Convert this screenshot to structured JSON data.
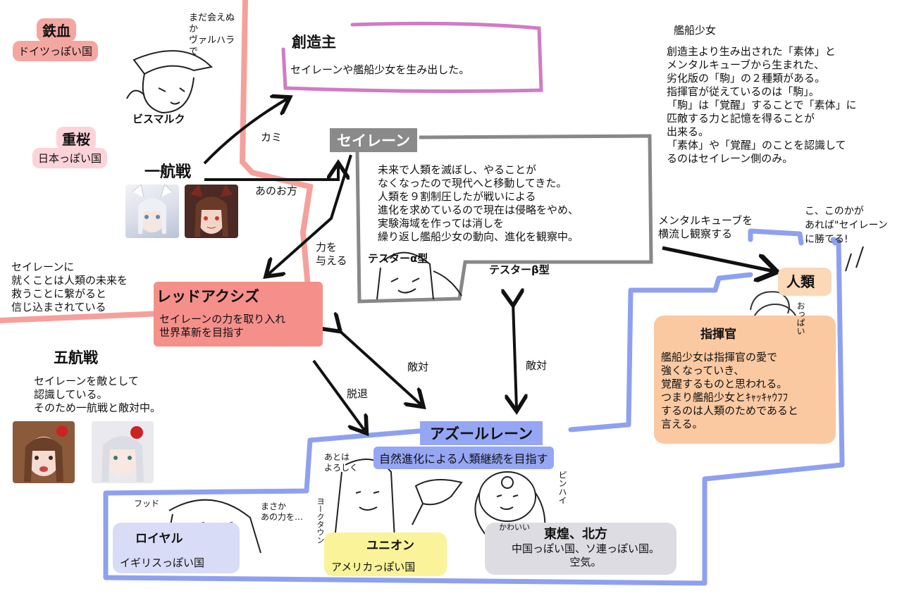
{
  "colors": {
    "creator_border": "#d27ac6",
    "sirens_border": "#888888",
    "sirens_title_bg": "#8a8a8a",
    "redaxis_fill": "#f48f8a",
    "redaxis_line": "#f5a09a",
    "azur_border": "#8fa0f0",
    "azur_title_bg": "#95a6f4",
    "humanity_bg": "#fbd8b8",
    "commander_bg": "#fac9a2",
    "royal_bg": "#d9dcf7",
    "union_bg": "#fbf39a",
    "tetsuketsu_bg": "#f3a7a0",
    "jusakura_bg": "#fbd3d9",
    "dragon_bg": "#dcdce2"
  },
  "factions": {
    "tetsuketsu": {
      "name": "鉄血",
      "desc": "ドイツっぽい国"
    },
    "jusakura": {
      "name": "重桜",
      "desc": "日本っぽい国"
    },
    "ikkousen": {
      "name": "一航戦"
    },
    "gokousen": {
      "name": "五航戦",
      "desc": "セイレーンを敵として\n認識している。\nそのため一航戦と敵対中。"
    },
    "creator": {
      "name": "創造主",
      "desc": "セイレーンや艦船少女を生み出した。"
    },
    "sirens": {
      "name": "セイレーン",
      "desc": "未来で人類を滅ぼし、やることが\nなくなったので現代へと移動してきた。\n人類を９割制圧したが戦いによる\n進化を求めているので現在は侵略をやめ、\n実験海域を作っては消しを\n繰り返し艦船少女の動向、進化を観察中。",
      "tester_alpha": "テスターα型",
      "tester_beta": "テスターβ型"
    },
    "red_axis": {
      "name": "レッドアクシズ",
      "desc": "セイレーンの力を取り入れ\n世界革新を目指す",
      "note": "セイレーンに\n就くことは人類の未来を\n救うことに繋がると\n信じ込まされている"
    },
    "azur_lane": {
      "name": "アズールレーン",
      "desc": "自然進化による人類継続を目指す"
    },
    "royal": {
      "name": "ロイヤル",
      "desc": "イギリスっぽい国"
    },
    "union": {
      "name": "ユニオン",
      "desc": "アメリカっぽい国"
    },
    "dragon_north": {
      "name": "東煌、北方",
      "desc": "中国っぽい国、ソ連っぽい国。\n空気。"
    },
    "humanity": {
      "name": "人類"
    },
    "commander": {
      "name": "指揮官",
      "desc": "艦船少女は指揮官の愛で\n強くなっていき、\n覚醒するものと思われる。\nつまり艦船少女とｷｬｯｷｬｳﾌﾌ\nするのは人類のためであると\n言える。"
    }
  },
  "kansen": {
    "title": "艦船少女",
    "desc": "創造主より生み出された「素体」と\nメンタルキューブから生まれた、\n劣化版の「駒」の２種類がある。\n指揮官が従えているのは「駒」。\n「駒」は「覚醒」することで「素体」に\n匹敵する力と記憶を得ることが\n出来る。\n「素体」や「覚醒」のことを認識して\nるのはセイレーン側のみ。"
  },
  "edges": {
    "kami": "カミ",
    "anookata": "あのお方",
    "chikara": "力を\n与える",
    "hostile1": "敵対",
    "hostile2": "敵対",
    "dattai": "脱退",
    "mental": "メンタルキューブを\n横流し観察する"
  },
  "doodles": {
    "bismarck_quote": "まだ会えぬか\nヴァルハラで",
    "bismarck": "ビスマルク",
    "human_quote": "こ、このかが\nあれば\"セイレーン\nに勝てる!",
    "oppai": "おっぱい",
    "fudo": "フッド",
    "masaka": "まさか\nあの力を…",
    "atoha": "あとは\nよろしく",
    "yorktown": "ヨークタウン",
    "pinhai": "ピンハイ",
    "kawaii": "かわいい"
  }
}
